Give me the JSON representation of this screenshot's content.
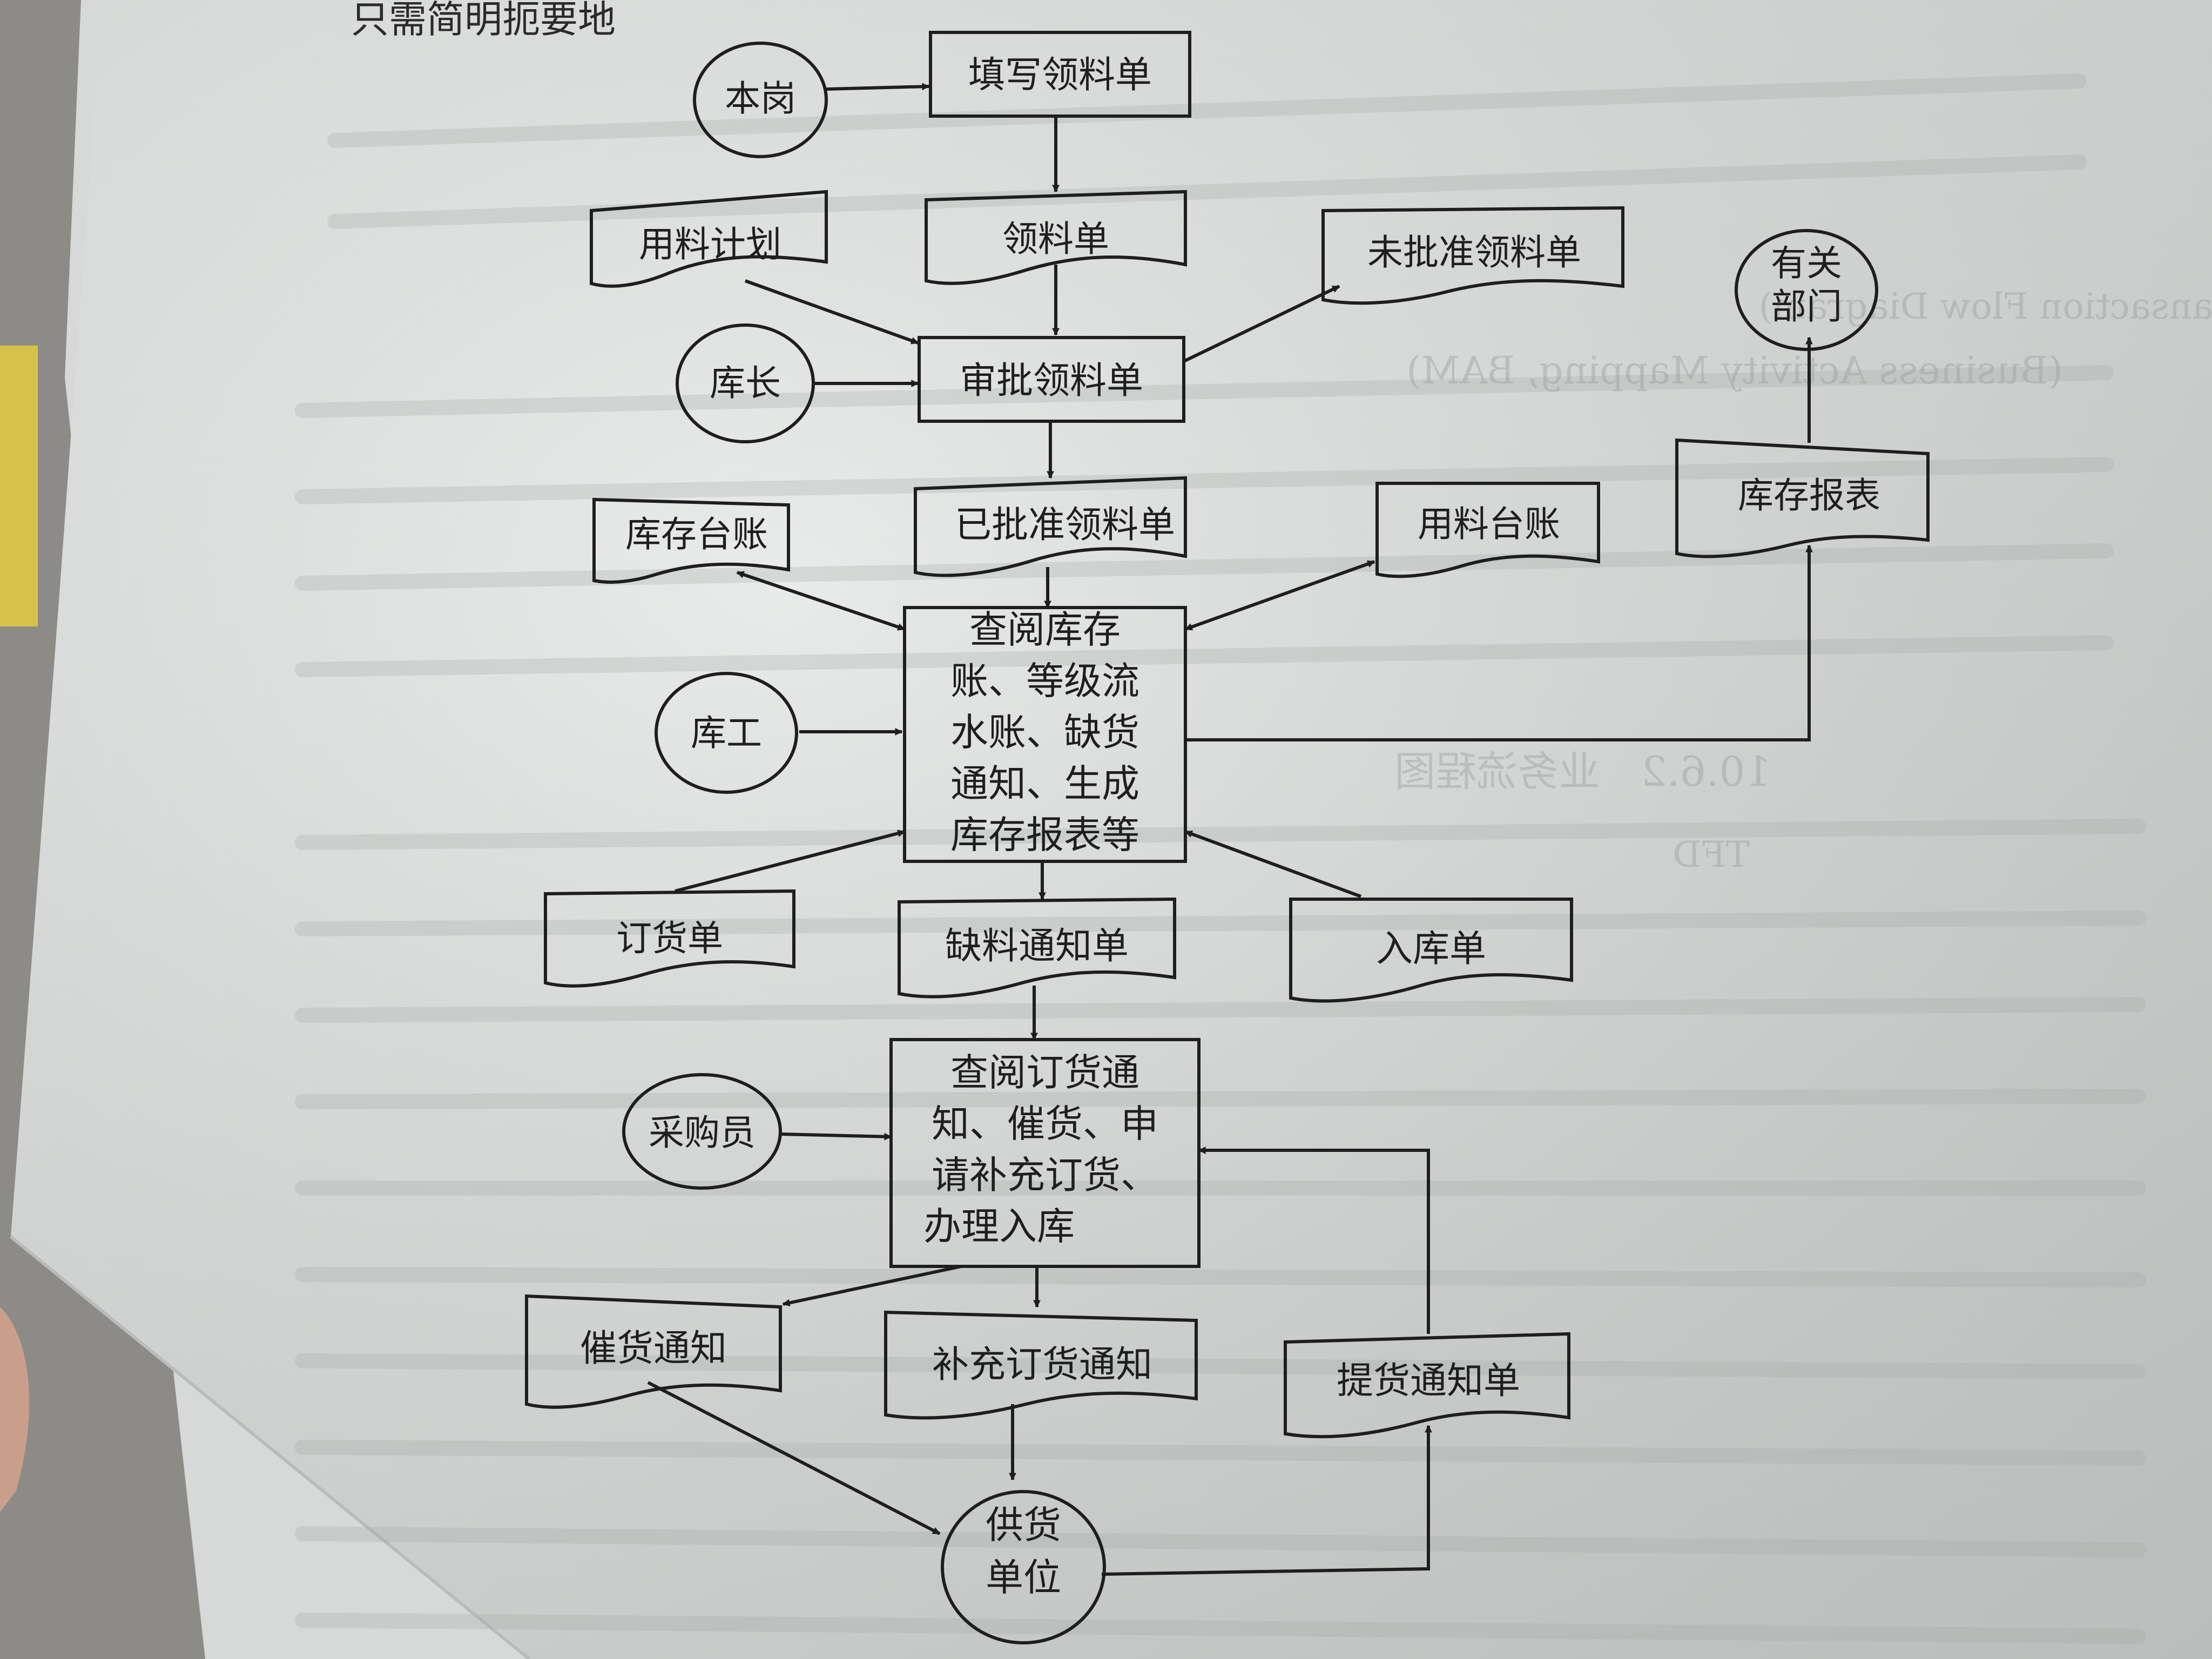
{
  "page": {
    "top_text": "只需简明扼要地"
  },
  "nodes": {
    "bengang": "本岗",
    "tianxie": "填写领料单",
    "yongliao_jihua": "用料计划",
    "lingliaodan": "领料单",
    "weipizhun": "未批准领料单",
    "youguan_bumen": [
      "有关",
      "部门"
    ],
    "kuzhang": "库长",
    "shenpi": "审批领料单",
    "kucun_taizhang": "库存台账",
    "yipizhun": "已批准领料单",
    "yongliao_taizhang": "用料台账",
    "kucun_baobiao": "库存报表",
    "chayue_kucun": [
      "查阅库存",
      "账、等级流",
      "水账、缺货",
      "通知、生成",
      "库存报表等"
    ],
    "kugong": "库工",
    "dinghuodan": "订货单",
    "queliao": "缺料通知单",
    "rukudan": "入库单",
    "caigouyuan": "采购员",
    "chayue_dinghuo": [
      "查阅订货通",
      "知、催货、申",
      "请补充订货、",
      "办理入库"
    ],
    "cuihuo": "催货通知",
    "buchong": "补充订货通知",
    "tihuo": "提货通知单",
    "gonghuo": [
      "供货",
      "单位"
    ]
  },
  "background_text": {
    "heading": "10.6.2　业务流程图",
    "english": "(Business Activity Mapping, BAM)",
    "tfd": "TFD",
    "transaction": "(Transaction Flow Diagram)"
  }
}
